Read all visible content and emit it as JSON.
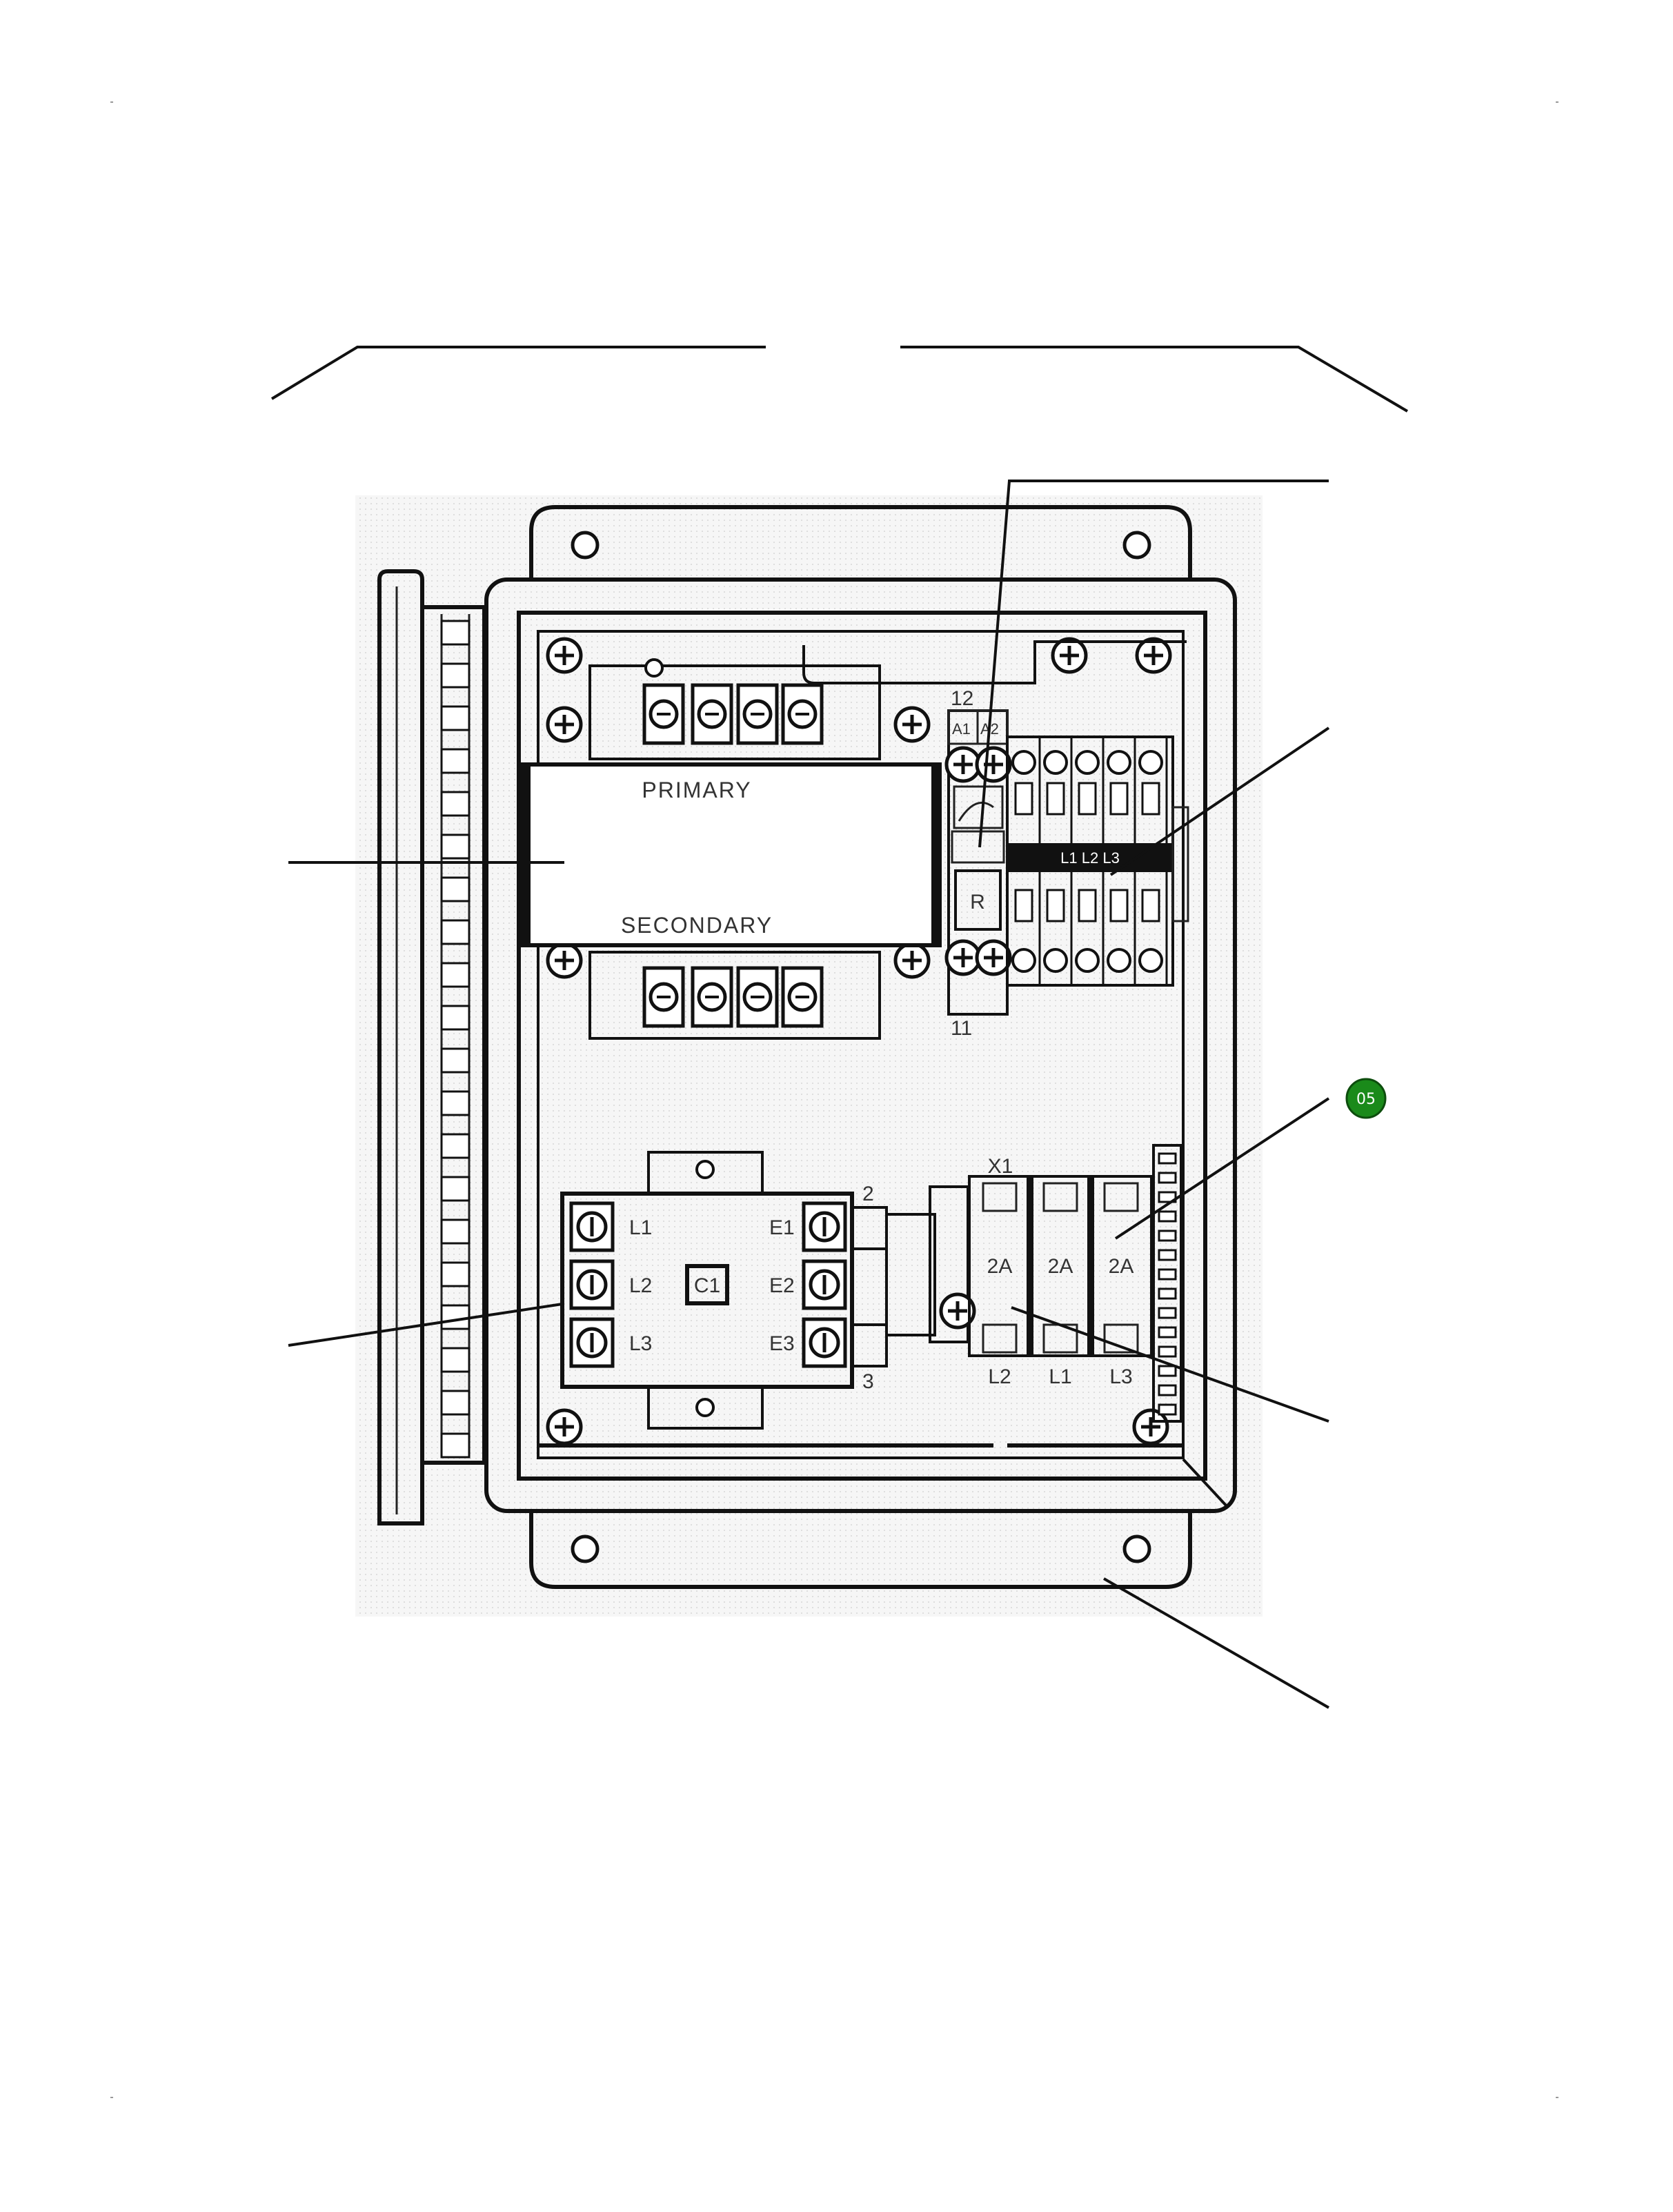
{
  "labels": {
    "transformer_primary": "PRIMARY",
    "transformer_secondary": "SECONDARY",
    "relay_top": "12",
    "relay_a1": "A1",
    "relay_a2": "A2",
    "relay_r": "R",
    "relay_bottom": "11",
    "terminal_block": "L1 L2 L3",
    "contactor_l1": "L1",
    "contactor_l2": "L2",
    "contactor_l3": "L3",
    "contactor_c1": "C1",
    "contactor_e1": "E1",
    "contactor_e2": "E2",
    "contactor_e3": "E3",
    "contactor_2": "2",
    "contactor_3": "3",
    "fuse_x1": "X1",
    "fuse_rating_1": "2A",
    "fuse_rating_2": "2A",
    "fuse_rating_3": "2A",
    "fuse_bottom_l2": "L2",
    "fuse_bottom_l1": "L1",
    "fuse_bottom_l3": "L3"
  },
  "callout_badge": {
    "text": "05",
    "color": "#1a8a1a"
  },
  "colors": {
    "line": "#111111",
    "panel_fill": "#f3f3f3"
  }
}
